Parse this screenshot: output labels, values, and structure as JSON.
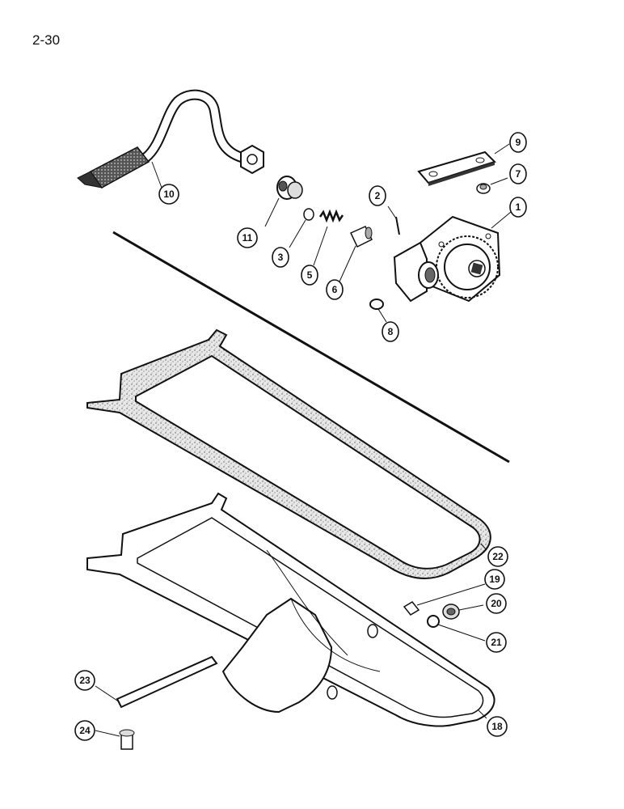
{
  "page": {
    "number": "2-30"
  },
  "callouts": [
    {
      "id": "c1",
      "label": "1"
    },
    {
      "id": "c2",
      "label": "2"
    },
    {
      "id": "c3",
      "label": "3"
    },
    {
      "id": "c5",
      "label": "5"
    },
    {
      "id": "c6",
      "label": "6"
    },
    {
      "id": "c7",
      "label": "7"
    },
    {
      "id": "c8",
      "label": "8"
    },
    {
      "id": "c9",
      "label": "9"
    },
    {
      "id": "c10",
      "label": "10"
    },
    {
      "id": "c11",
      "label": "11"
    },
    {
      "id": "c18",
      "label": "18"
    },
    {
      "id": "c19",
      "label": "19"
    },
    {
      "id": "c20",
      "label": "20"
    },
    {
      "id": "c21",
      "label": "21"
    },
    {
      "id": "c22",
      "label": "22"
    },
    {
      "id": "c23",
      "label": "23"
    },
    {
      "id": "c24",
      "label": "24"
    }
  ],
  "parts": [
    "oil-pump",
    "cotter-pin",
    "relief-valve-plunger",
    "relief-valve-spring",
    "relief-valve-plug",
    "mounting-strap",
    "o-ring",
    "pump-strap",
    "oil-pickup-tube",
    "tube-connector",
    "oil-pan",
    "drain-plug",
    "plug-washer",
    "plug-cap",
    "oil-pan-gasket",
    "support-bracket",
    "bracket-bolt"
  ]
}
